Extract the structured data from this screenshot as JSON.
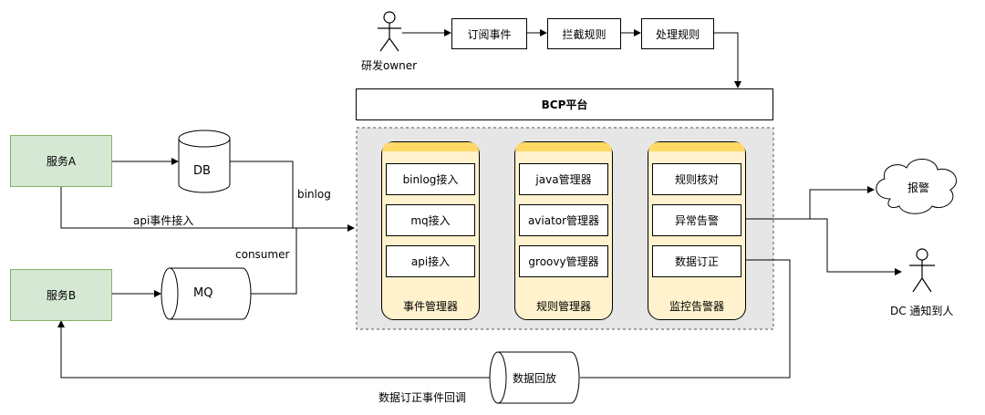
{
  "actor_top": {
    "label": "研发owner"
  },
  "top_flow": [
    "订阅事件",
    "拦截规则",
    "处理规则"
  ],
  "platform": {
    "label": "BCP平台"
  },
  "service_a": {
    "label": "服务A"
  },
  "service_b": {
    "label": "服务B"
  },
  "db": {
    "label": "DB"
  },
  "mq": {
    "label": "MQ"
  },
  "edge_labels": {
    "binlog": "binlog",
    "api": "api事件接入",
    "consumer": "consumer",
    "callback": "数据订正事件回调"
  },
  "lanes": [
    {
      "title": "事件管理器",
      "items": [
        "binlog接入",
        "mq接入",
        "api接入"
      ]
    },
    {
      "title": "规则管理器",
      "items": [
        "java管理器",
        "aviator管理器",
        "groovy管理器"
      ]
    },
    {
      "title": "监控告警器",
      "items": [
        "规则核对",
        "异常告警",
        "数据订正"
      ]
    }
  ],
  "alarm": {
    "label": "报警"
  },
  "actor_right": {
    "label": "DC 通知到人"
  },
  "replay": {
    "label": "数据回放"
  }
}
